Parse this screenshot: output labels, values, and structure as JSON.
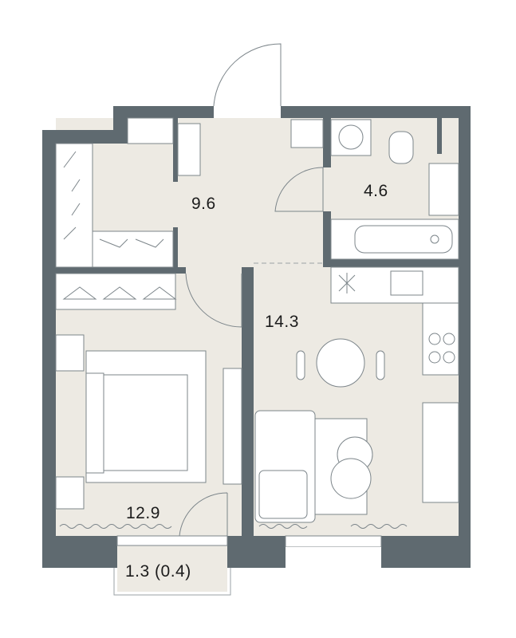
{
  "floorplan": {
    "rooms": [
      {
        "name": "hallway",
        "area": "9.6"
      },
      {
        "name": "bathroom",
        "area": "4.6"
      },
      {
        "name": "kitchen-living",
        "area": "14.3"
      },
      {
        "name": "bedroom",
        "area": "12.9"
      },
      {
        "name": "balcony",
        "area": "1.3 (0.4)"
      }
    ],
    "colors": {
      "wall": "#5f6a70",
      "floor": "#edeae3",
      "furniture": "#ffffff"
    }
  }
}
